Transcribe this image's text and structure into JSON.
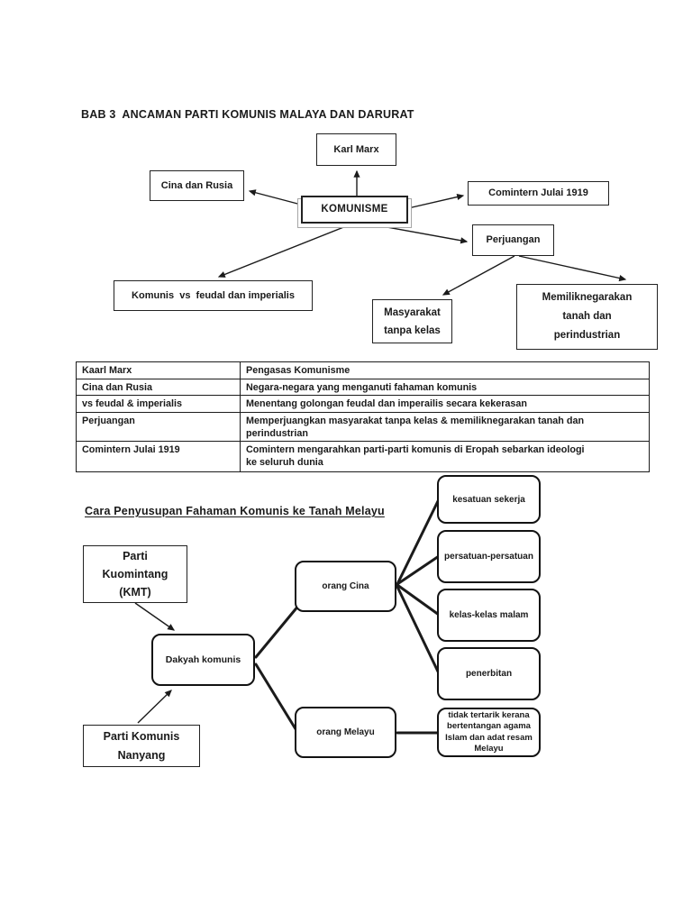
{
  "page": {
    "title": "BAB 3  ANCAMAN PARTI KOMUNIS MALAYA DAN DARURAT",
    "background_color": "#ffffff",
    "ink_color": "#1a1a1a"
  },
  "concept_map": {
    "center": "KOMUNISME",
    "nodes": {
      "karl_marx": "Karl Marx",
      "cina_rusia": "Cina dan Rusia",
      "comintern": "Comintern Julai 1919",
      "perjuangan": "Perjuangan",
      "komunis_vs": "Komunis  vs  feudal dan imperialis",
      "masyarakat": "Masyarakat\ntanpa kelas",
      "memilik": "Memiliknegarakan\ntanah dan\nperindustrian"
    }
  },
  "table": {
    "rows": [
      {
        "term": "Kaarl Marx",
        "definition": "Pengasas Komunisme"
      },
      {
        "term": "Cina dan Rusia",
        "definition": "Negara-negara yang menganuti fahaman komunis"
      },
      {
        "term": "vs feudal & imperialis",
        "definition": "Menentang golongan feudal dan imperailis secara kekerasan"
      },
      {
        "term": "Perjuangan",
        "definition": "Memperjuangkan masyarakat tanpa kelas & memiliknegarakan tanah dan\nperindustrian"
      },
      {
        "term": "Comintern Julai 1919",
        "definition": "Comintern mengarahkan parti-parti komunis di Eropah sebarkan ideologi\nke seluruh dunia"
      }
    ]
  },
  "infiltration": {
    "heading": "Cara Penyusupan Fahaman Komunis ke Tanah Melayu",
    "nodes": {
      "kmt": "Parti\nKuomintang\n(KMT)",
      "nanyang": "Parti Komunis\nNanyang",
      "dakyah": "Dakyah komunis",
      "orang_cina": "orang Cina",
      "orang_melayu": "orang Melayu",
      "kesatuan": "kesatuan sekerja",
      "persatuan": "persatuan-persatuan",
      "kelas_malam": "kelas-kelas malam",
      "penerbitan": "penerbitan",
      "melayu_result": "tidak tertarik kerana\nbertentangan agama\nIslam dan adat resam\nMelayu"
    }
  }
}
